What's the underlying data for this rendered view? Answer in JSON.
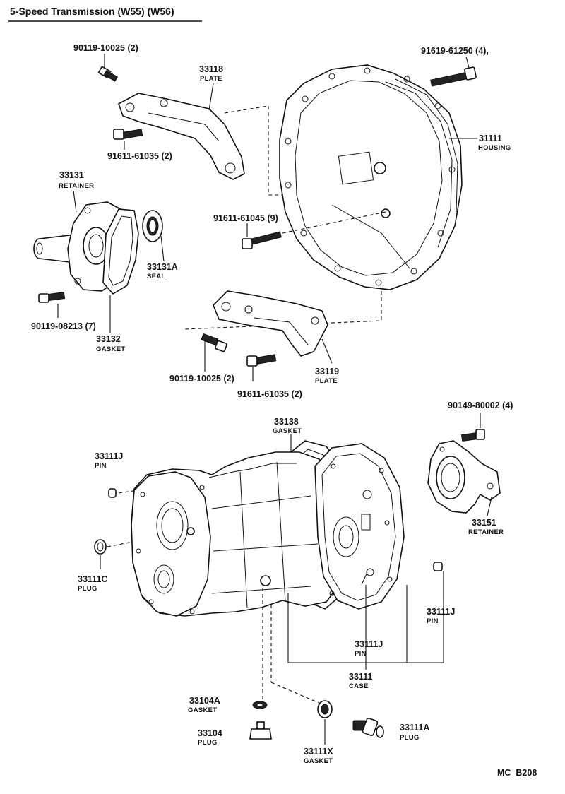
{
  "header": {
    "title": "5-Speed Transmission (W55) (W56)"
  },
  "footer": {
    "code": "MC  B208"
  },
  "callouts": {
    "bolt_90119_10025_top": {
      "number": "90119-10025 (2)"
    },
    "plate_33118": {
      "number": "33118",
      "name": "PLATE"
    },
    "bolt_91611_61035_top": {
      "number": "91611-61035 (2)"
    },
    "bolt_91619_61250": {
      "number": "91619-61250 (4),"
    },
    "housing_31111": {
      "number": "31111",
      "name": "HOUSING"
    },
    "retainer_33131": {
      "number": "33131",
      "name": "RETAINER"
    },
    "bolt_91611_61045": {
      "number": "91611-61045 (9)"
    },
    "seal_33131A": {
      "number": "33131A",
      "name": "SEAL"
    },
    "bolt_90119_08213": {
      "number": "90119-08213 (7)"
    },
    "gasket_33132": {
      "number": "33132",
      "name": "GASKET"
    },
    "plate_33119": {
      "number": "33119",
      "name": "PLATE"
    },
    "bolt_90119_10025_mid": {
      "number": "90119-10025 (2)"
    },
    "bolt_91611_61035_mid": {
      "number": "91611-61035 (2)"
    },
    "gasket_33138": {
      "number": "33138",
      "name": "GASKET"
    },
    "bolt_90149_80002": {
      "number": "90149-80002 (4)"
    },
    "pin_33111J_left": {
      "number": "33111J",
      "name": "PIN"
    },
    "retainer_33151": {
      "number": "33151",
      "name": "RETAINER"
    },
    "plug_33111C": {
      "number": "33111C",
      "name": "PLUG"
    },
    "pin_33111J_right": {
      "number": "33111J",
      "name": "PIN"
    },
    "pin_33111J_center": {
      "number": "33111J",
      "name": "PIN"
    },
    "case_33111": {
      "number": "33111",
      "name": "CASE"
    },
    "gasket_33104A": {
      "number": "33104A",
      "name": "GASKET"
    },
    "plug_33104": {
      "number": "33104",
      "name": "PLUG"
    },
    "plug_33111A": {
      "number": "33111A",
      "name": "PLUG"
    },
    "gasket_33111X": {
      "number": "33111X",
      "name": "GASKET"
    }
  }
}
